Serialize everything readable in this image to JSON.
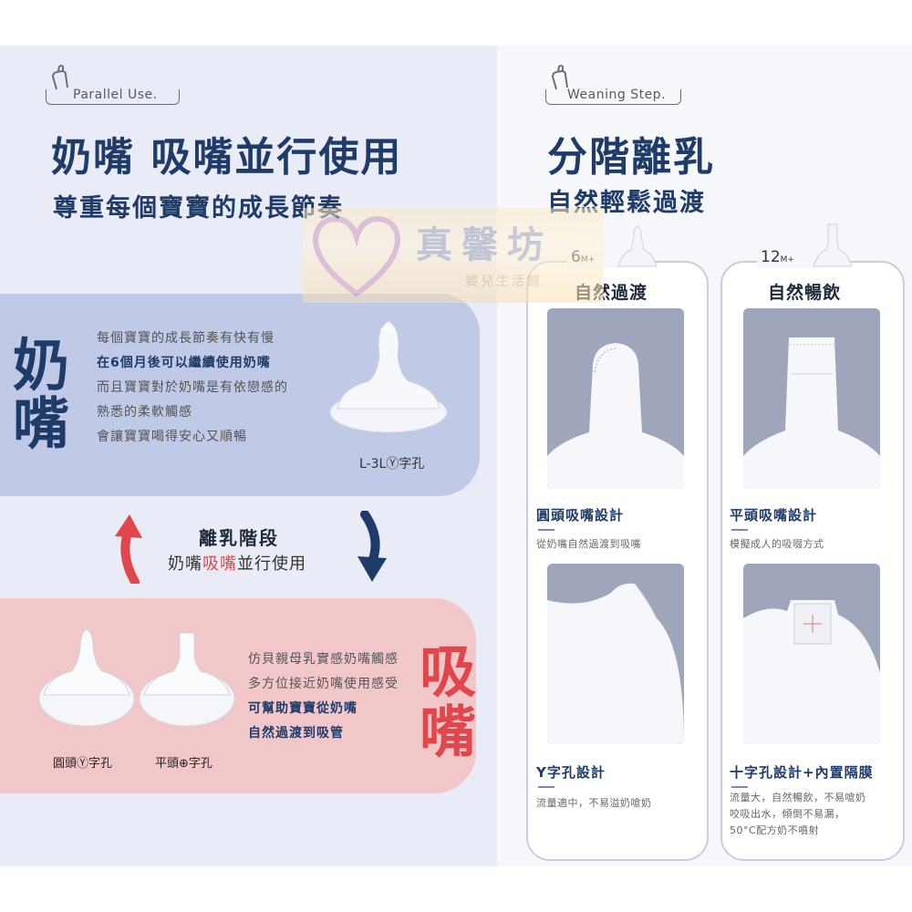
{
  "left": {
    "tag": "Parallel Use.",
    "title": "奶嘴 吸嘴並行使用",
    "subtitle": "尊重每個寶寶的成長節奏",
    "nipple_section": {
      "big_label_1": "奶",
      "big_label_2": "嘴",
      "lines": [
        "每個寶寶的成長節奏有快有慢",
        "在6個月後可以繼續使用奶嘴",
        "而且寶寶對於奶嘴是有依戀感的",
        "熟悉的柔軟觸感",
        "會讓寶寶喝得安心又順暢"
      ],
      "product_label": "L-3LⓎ字孔"
    },
    "transition": {
      "title": "離乳階段",
      "line_a": "奶嘴",
      "line_b": "吸嘴",
      "line_c": "並行使用"
    },
    "spout_section": {
      "big_label_1": "吸",
      "big_label_2": "嘴",
      "lines": [
        "仿貝親母乳實感奶嘴觸感",
        "多方位接近奶嘴使用感受",
        "可幫助寶寶從奶嘴",
        "自然過渡到吸管"
      ],
      "product_label_1": "圓頭Ⓨ字孔",
      "product_label_2": "平頭⊕字孔"
    }
  },
  "watermark": {
    "line1": "真馨坊",
    "line2": "嬰兒生活館"
  },
  "right": {
    "tag": "Weaning Step.",
    "title": "分階離乳",
    "subtitle": "自然輕鬆過渡",
    "cards": [
      {
        "age": "6",
        "age_unit": "M+",
        "title": "自然過渡",
        "feature1_title": "圓頭吸嘴設計",
        "feature1_desc": "從奶嘴自然過渡到吸嘴",
        "feature2_title": "Y字孔設計",
        "feature2_desc": "流量適中，不易溢奶嗆奶"
      },
      {
        "age": "12",
        "age_unit": "M+",
        "title": "自然暢飲",
        "feature1_title": "平頭吸嘴設計",
        "feature1_desc": "模擬成人的吸啜方式",
        "feature2_title": "十字孔設計+內置隔膜",
        "feature2_desc_1": "流量大，自然暢飲，不易嗆奶",
        "feature2_desc_2": "咬吸出水，傾倒不易漏，",
        "feature2_desc_3": "50°C配方奶不噴射"
      }
    ]
  },
  "colors": {
    "navy": "#1f3c68",
    "red": "#e0474c",
    "blue_panel": "#c0c9e6",
    "pink_panel": "#f1c7c9"
  }
}
